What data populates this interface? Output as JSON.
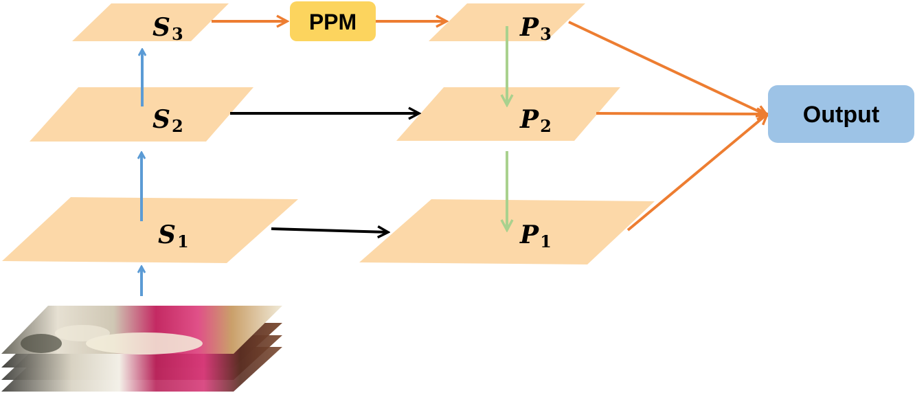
{
  "colors": {
    "plane": "#fcd8a8",
    "ppm_box": "#fcd45e",
    "output_box": "#9dc3e6",
    "blue_arrow": "#5b9bd5",
    "orange_arrow": "#ed7d31",
    "green_arrow": "#a9d18e",
    "black_arrow": "#000000"
  },
  "encoder": [
    {
      "letter": "S",
      "sub": "3"
    },
    {
      "letter": "S",
      "sub": "2"
    },
    {
      "letter": "S",
      "sub": "1"
    }
  ],
  "decoder": [
    {
      "letter": "P",
      "sub": "3"
    },
    {
      "letter": "P",
      "sub": "2"
    },
    {
      "letter": "P",
      "sub": "1"
    }
  ],
  "ppm": {
    "label": "PPM"
  },
  "output": {
    "label": "Output"
  }
}
